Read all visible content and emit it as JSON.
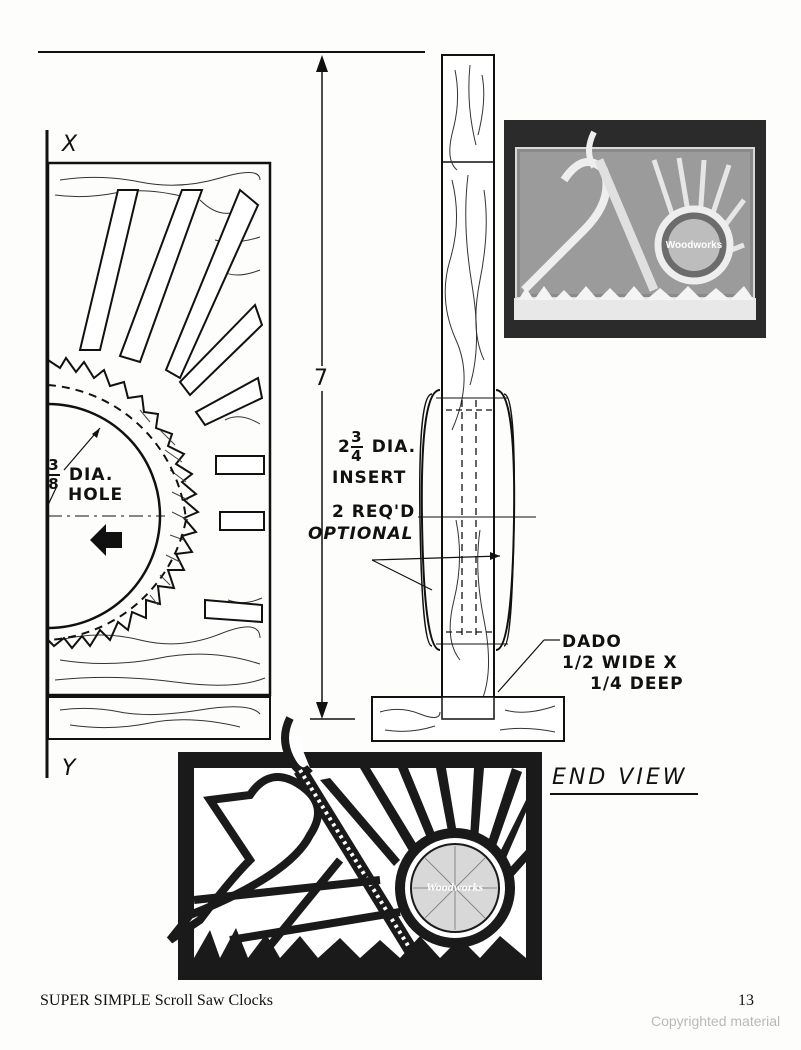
{
  "labels": {
    "x_marker": "X",
    "y_marker": "Y",
    "height_dim": "7",
    "hole_frac_num": "3",
    "hole_frac_den": "8",
    "hole_dia": "DIA.",
    "hole_word": "HOLE",
    "insert_whole": "2",
    "insert_frac_num": "3",
    "insert_frac_den": "4",
    "insert_dia": "DIA.",
    "insert_word": "INSERT",
    "req_line": "2 REQ'D",
    "optional": "OPTIONAL",
    "dado_1": "DADO",
    "dado_2": "1/2 WIDE X",
    "dado_3": "1/4 DEEP",
    "end_view": "END VIEW"
  },
  "photo": {
    "badge": "Woodworks"
  },
  "endview_badge": "Woodworks",
  "footer": {
    "title": "SUPER SIMPLE Scroll Saw Clocks",
    "page_number": "13",
    "copyright": "Copyrighted material"
  }
}
